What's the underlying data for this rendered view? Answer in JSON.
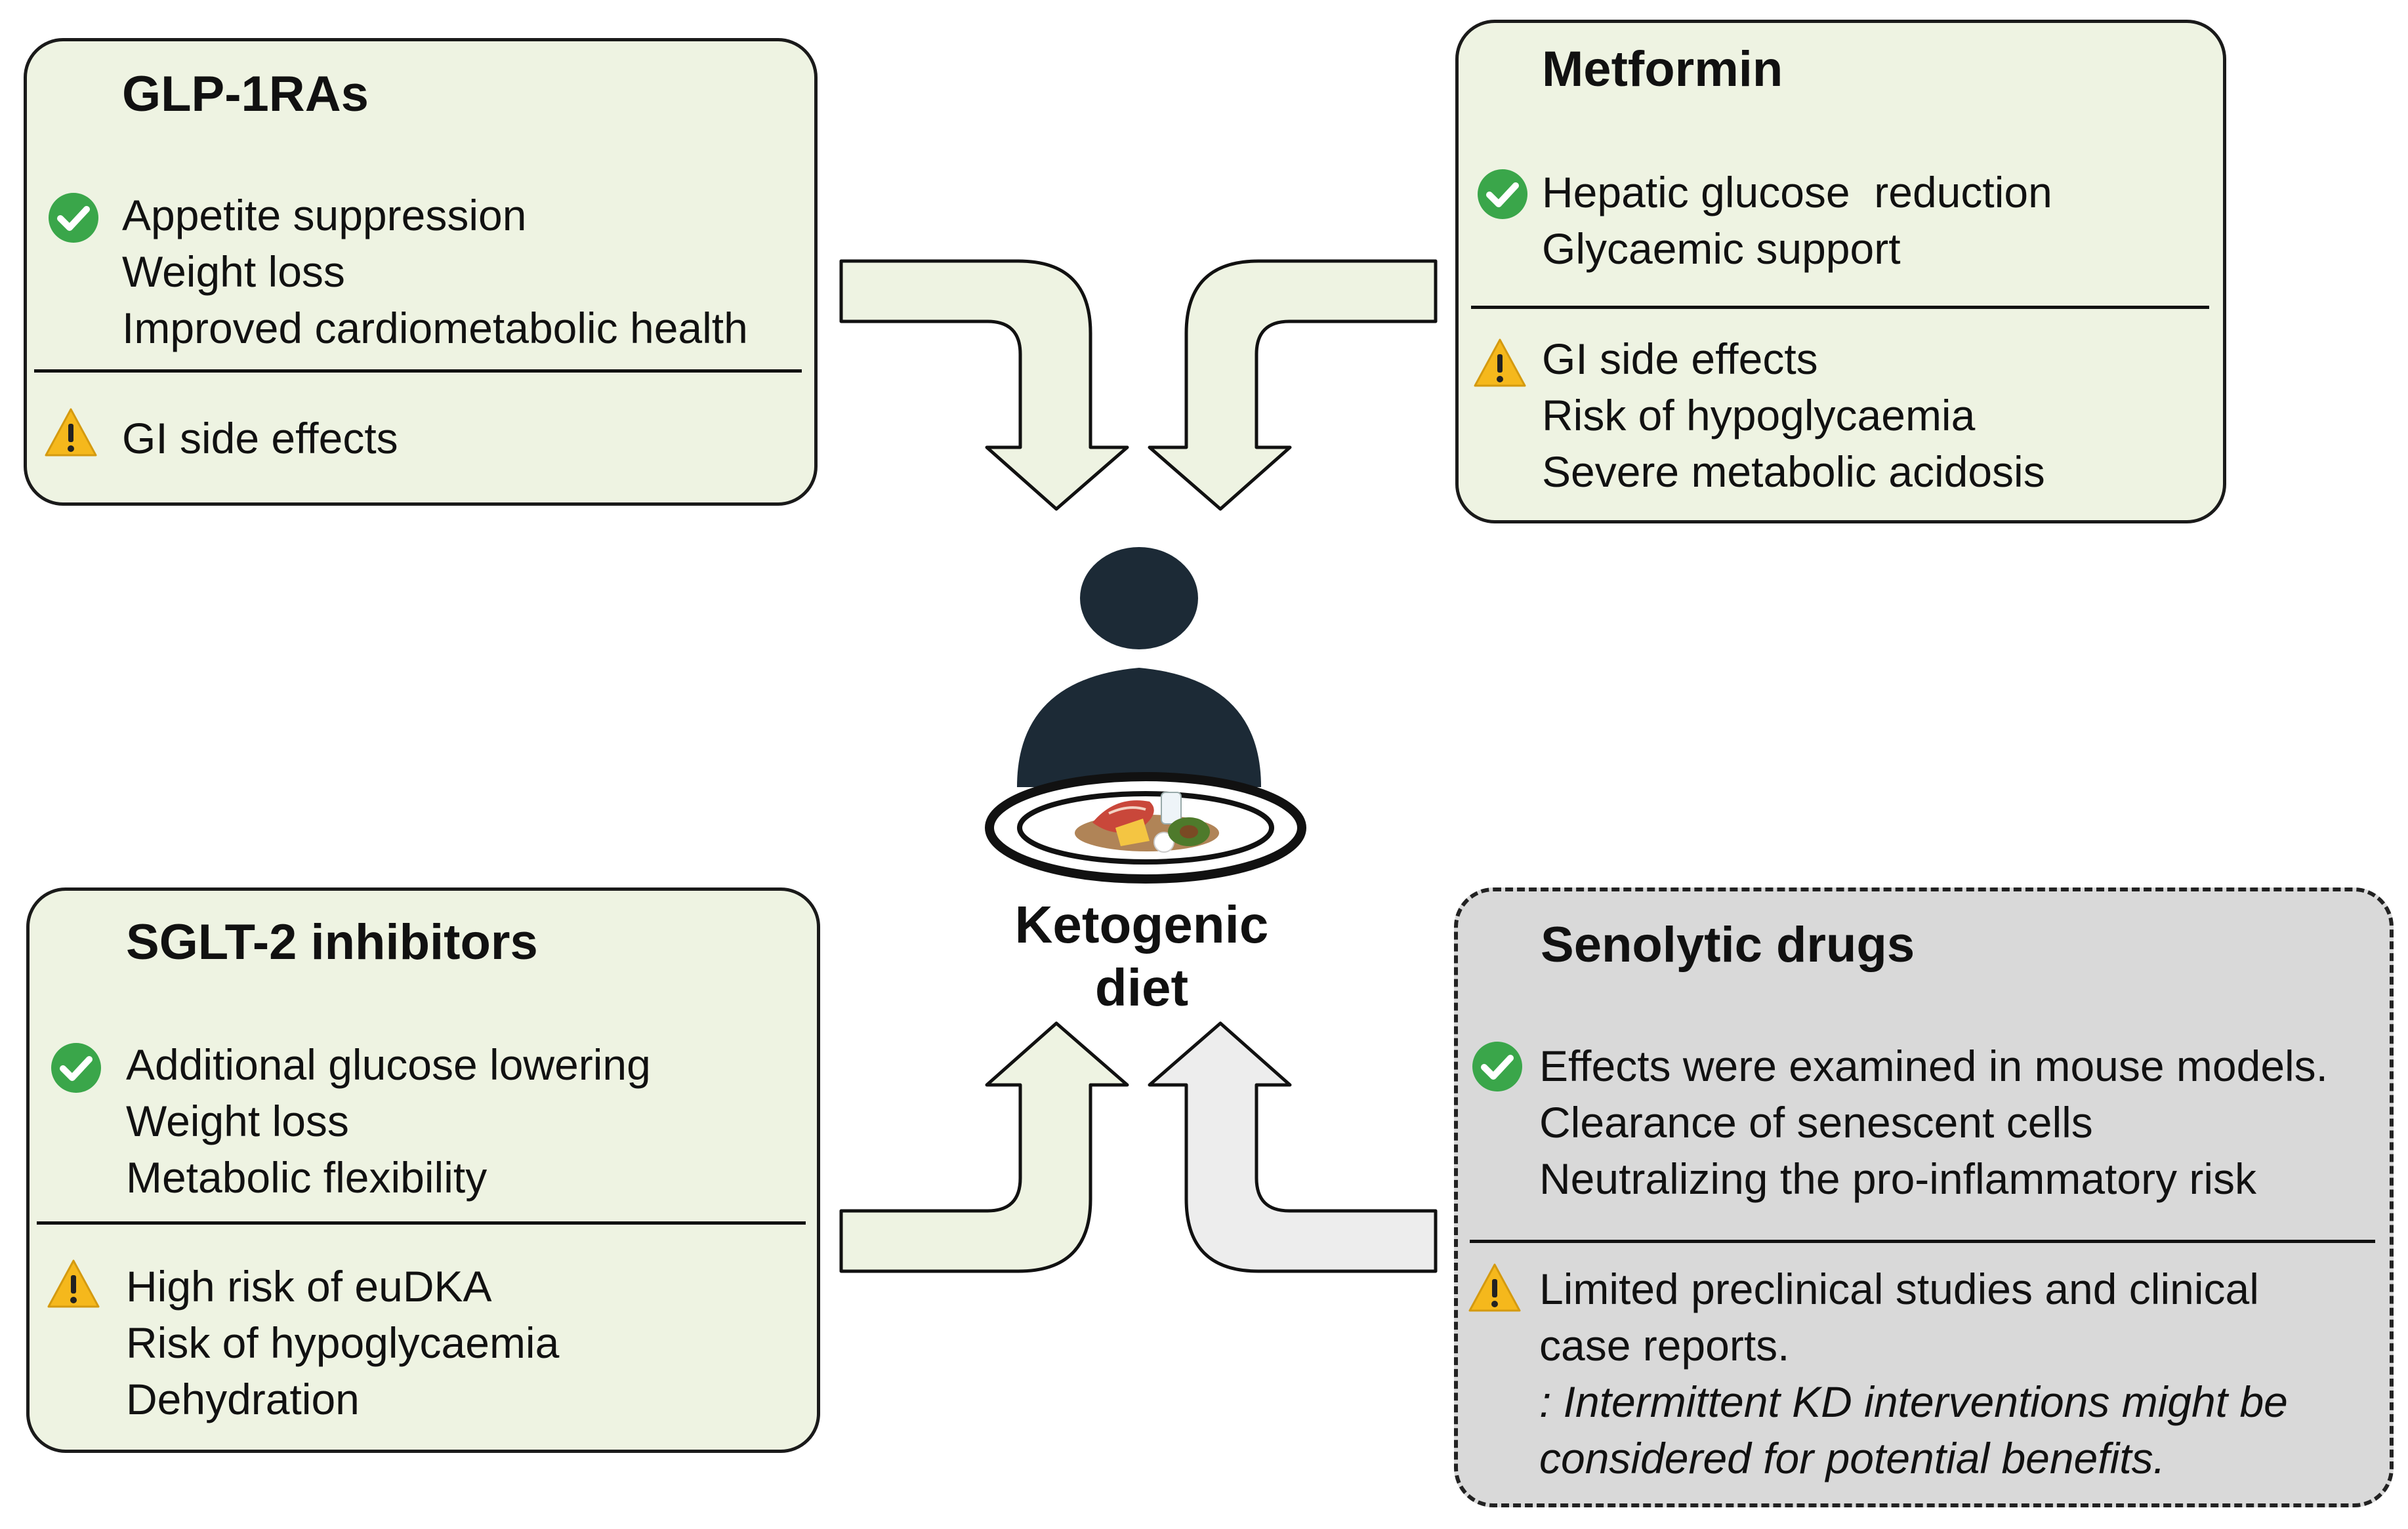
{
  "colors": {
    "box_fill": "#eef3e2",
    "box_dashed_fill": "#d9d9d9",
    "arrow_fill": "#eef3e2",
    "arrow_grey_fill": "#ededed",
    "person": "#1c2a36",
    "check": "#3aa64a",
    "warning": "#f5b81c"
  },
  "center": {
    "label_line1": "Ketogenic",
    "label_line2": "diet"
  },
  "boxes": {
    "glp1": {
      "title": "GLP-1RAs",
      "benefits": [
        "Appetite suppression",
        "Weight loss",
        "Improved cardiometabolic health"
      ],
      "risks": [
        "GI side effects"
      ]
    },
    "metformin": {
      "title": "Metformin",
      "benefits": [
        "Hepatic glucose  reduction",
        "Glycaemic support"
      ],
      "risks": [
        "GI side effects",
        "Risk of hypoglycaemia",
        "Severe metabolic acidosis"
      ]
    },
    "sglt2": {
      "title": "SGLT-2 inhibitors",
      "benefits": [
        "Additional glucose lowering",
        "Weight loss",
        "Metabolic flexibility"
      ],
      "risks": [
        "High risk of euDKA",
        "Risk of hypoglycaemia",
        "Dehydration"
      ]
    },
    "senolytic": {
      "title": "Senolytic drugs",
      "benefits": [
        "Effects were examined in mouse models.",
        "Clearance of senescent cells",
        "Neutralizing the pro-inflammatory risk"
      ],
      "risks": [
        "Limited preclinical studies and clinical",
        "case reports."
      ],
      "note_lines": [
        ": Intermittent KD interventions might be",
        "considered for potential benefits."
      ]
    }
  },
  "icons": {
    "benefit": "check-circle-icon",
    "risk": "warning-triangle-icon",
    "center": "person-with-plate-icon"
  }
}
